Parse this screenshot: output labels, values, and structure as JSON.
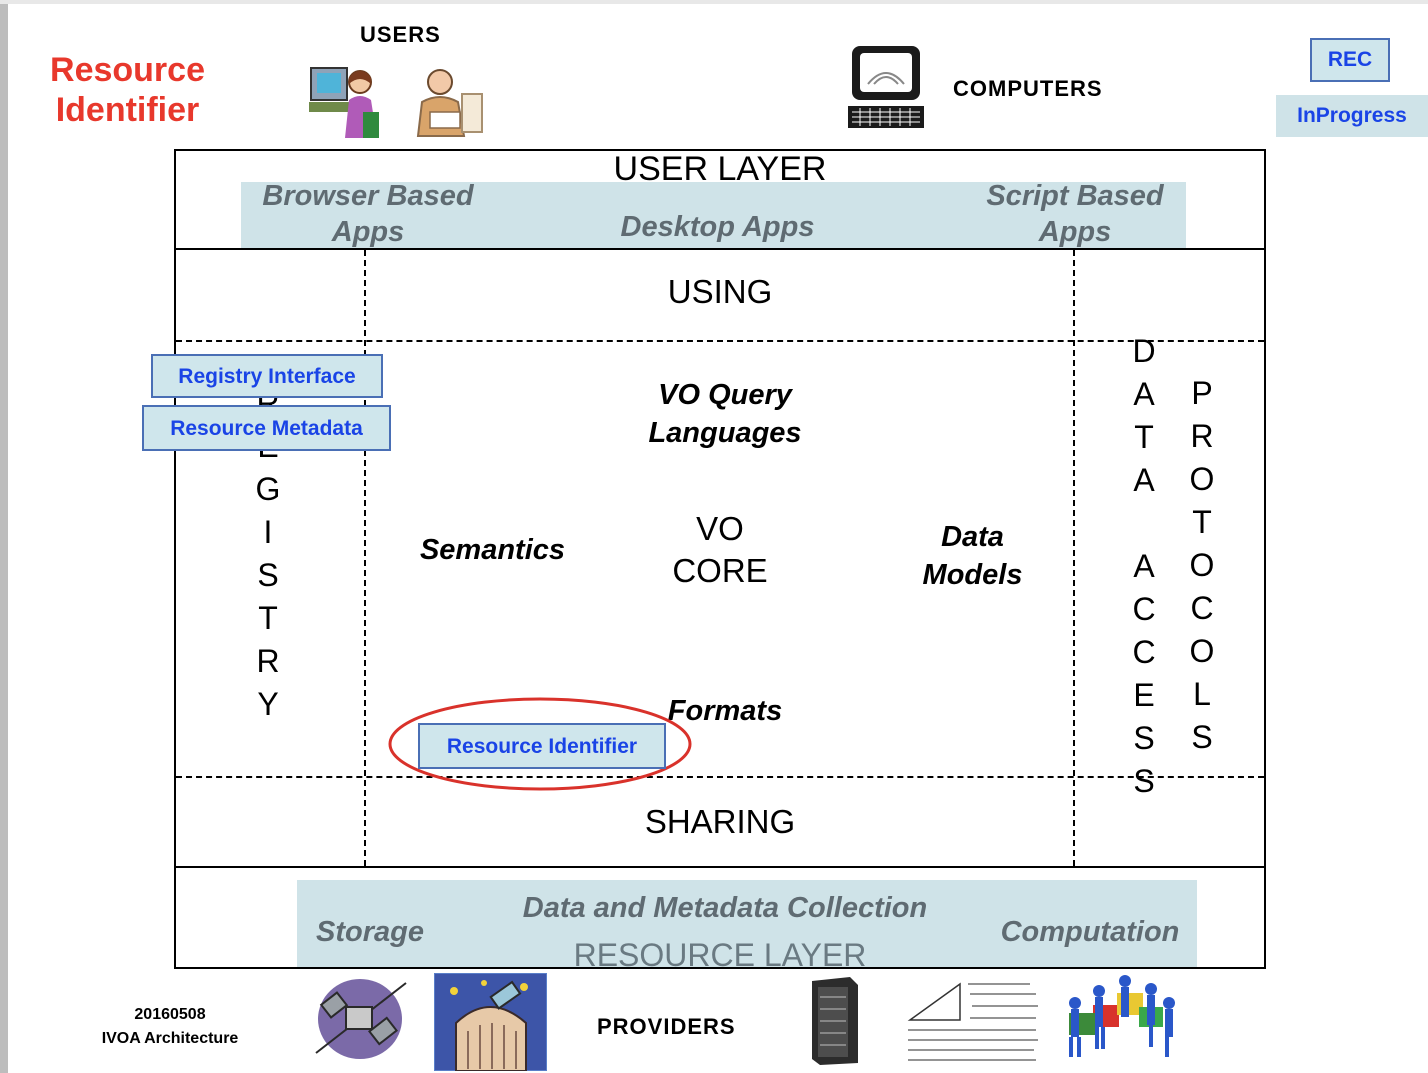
{
  "header": {
    "title": "Resource Identifier",
    "users_label": "USERS",
    "computers_label": "COMPUTERS",
    "providers_label": "PROVIDERS"
  },
  "status_badges": {
    "rec": "REC",
    "in_progress": "InProgress"
  },
  "user_layer": {
    "title": "USER LAYER",
    "items": [
      "Browser Based Apps",
      "Desktop Apps",
      "Script Based Apps"
    ]
  },
  "middle": {
    "using": "USING",
    "sharing": "SHARING",
    "registry_letters": [
      "R",
      "E",
      "G",
      "I",
      "S",
      "T",
      "R",
      "Y"
    ],
    "data_access_letters": [
      "D",
      "A",
      "T",
      "A",
      "",
      "A",
      "C",
      "C",
      "E",
      "S",
      "S"
    ],
    "protocols_letters": [
      "P",
      "R",
      "O",
      "T",
      "O",
      "C",
      "O",
      "L",
      "S"
    ],
    "vo_query": "VO Query Languages",
    "semantics": "Semantics",
    "vo_core": "VO CORE",
    "data_models": "Data Models",
    "formats": "Formats"
  },
  "highlight_boxes": {
    "registry_interface": "Registry Interface",
    "resource_metadata": "Resource Metadata",
    "resource_identifier": "Resource Identifier"
  },
  "resource_layer": {
    "title": "RESOURCE LAYER",
    "storage": "Storage",
    "collection": "Data and Metadata Collection",
    "computation": "Computation"
  },
  "footer": {
    "date": "20160508",
    "doc_name": "IVOA Architecture"
  },
  "icons": [
    "user-at-computer-icon",
    "scientist-icon",
    "desktop-computer-icon",
    "satellite-icon",
    "observatory-icon",
    "server-icon",
    "math-notes-icon",
    "puzzle-team-icon"
  ]
}
